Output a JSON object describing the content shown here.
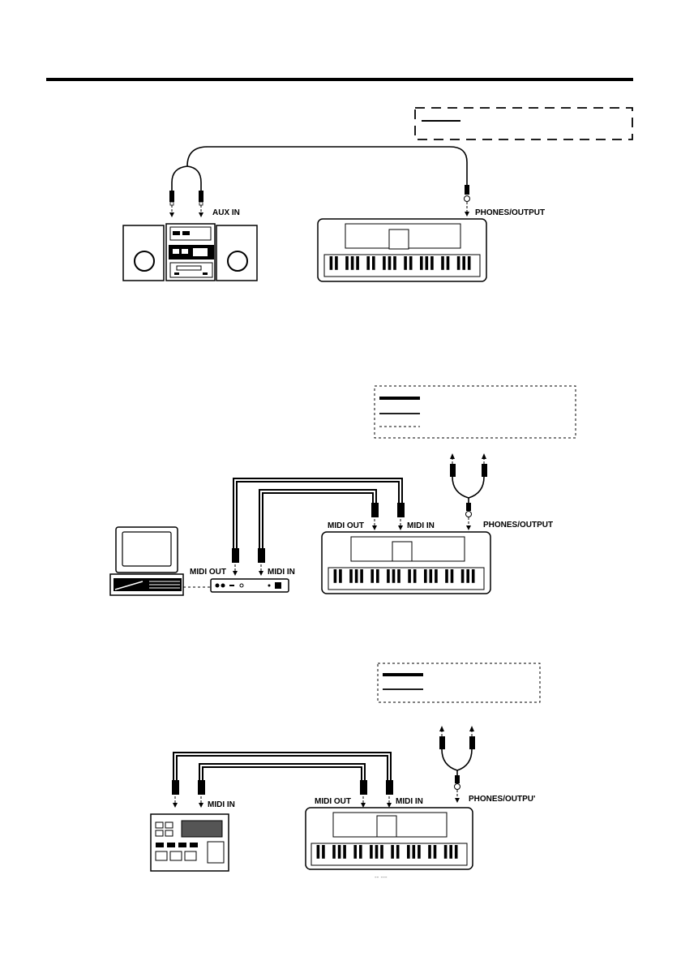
{
  "diagram_1": {
    "labels": {
      "aux_in": "AUX IN",
      "phones_output": "PHONES/OUTPUT"
    }
  },
  "diagram_2": {
    "labels": {
      "kbd_midi_out": "MIDI OUT",
      "kbd_midi_in": "MIDI IN",
      "phones_output": "PHONES/OUTPUT",
      "pc_midi_out": "MIDI OUT",
      "pc_midi_in": "MIDI IN"
    }
  },
  "diagram_3": {
    "labels": {
      "module_midi_in": "MIDI IN",
      "kbd_midi_out": "MIDI OUT",
      "kbd_midi_in": "MIDI IN",
      "phones_output": "PHONES/OUTPU'"
    },
    "caption_fragment": "-- ---"
  }
}
